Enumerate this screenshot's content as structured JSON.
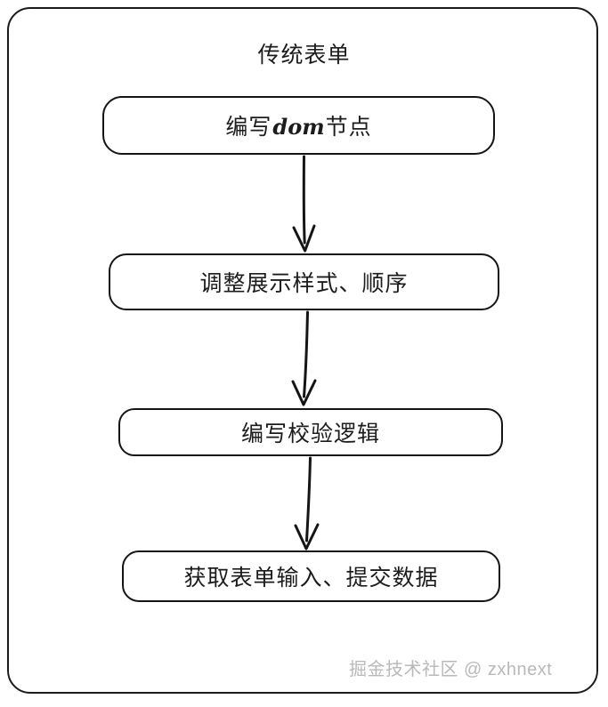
{
  "diagram": {
    "title": "传统表单",
    "type": "flowchart",
    "orientation": "vertical",
    "style": "hand-drawn",
    "colors": {
      "stroke": "#151515",
      "background": "#ffffff",
      "text": "#1c1c1c",
      "watermark": "#b9b9b9"
    },
    "nodes": [
      {
        "id": "node-1",
        "label_prefix": "编写",
        "label_token": "dom",
        "label_suffix": "节点",
        "shape": "rounded-rectangle"
      },
      {
        "id": "node-2",
        "label": "调整展示样式、顺序",
        "shape": "rounded-rectangle"
      },
      {
        "id": "node-3",
        "label": "编写校验逻辑",
        "shape": "rounded-rectangle"
      },
      {
        "id": "node-4",
        "label": "获取表单输入、提交数据",
        "shape": "rounded-rectangle"
      }
    ],
    "connectors": [
      {
        "id": "connector-1",
        "from": "node-1",
        "to": "node-2",
        "kind": "arrow-down"
      },
      {
        "id": "connector-2",
        "from": "node-2",
        "to": "node-3",
        "kind": "arrow-down"
      },
      {
        "id": "connector-3",
        "from": "node-3",
        "to": "node-4",
        "kind": "arrow-down"
      }
    ]
  },
  "watermark": {
    "text": "掘金技术社区 @ zxhnext"
  }
}
